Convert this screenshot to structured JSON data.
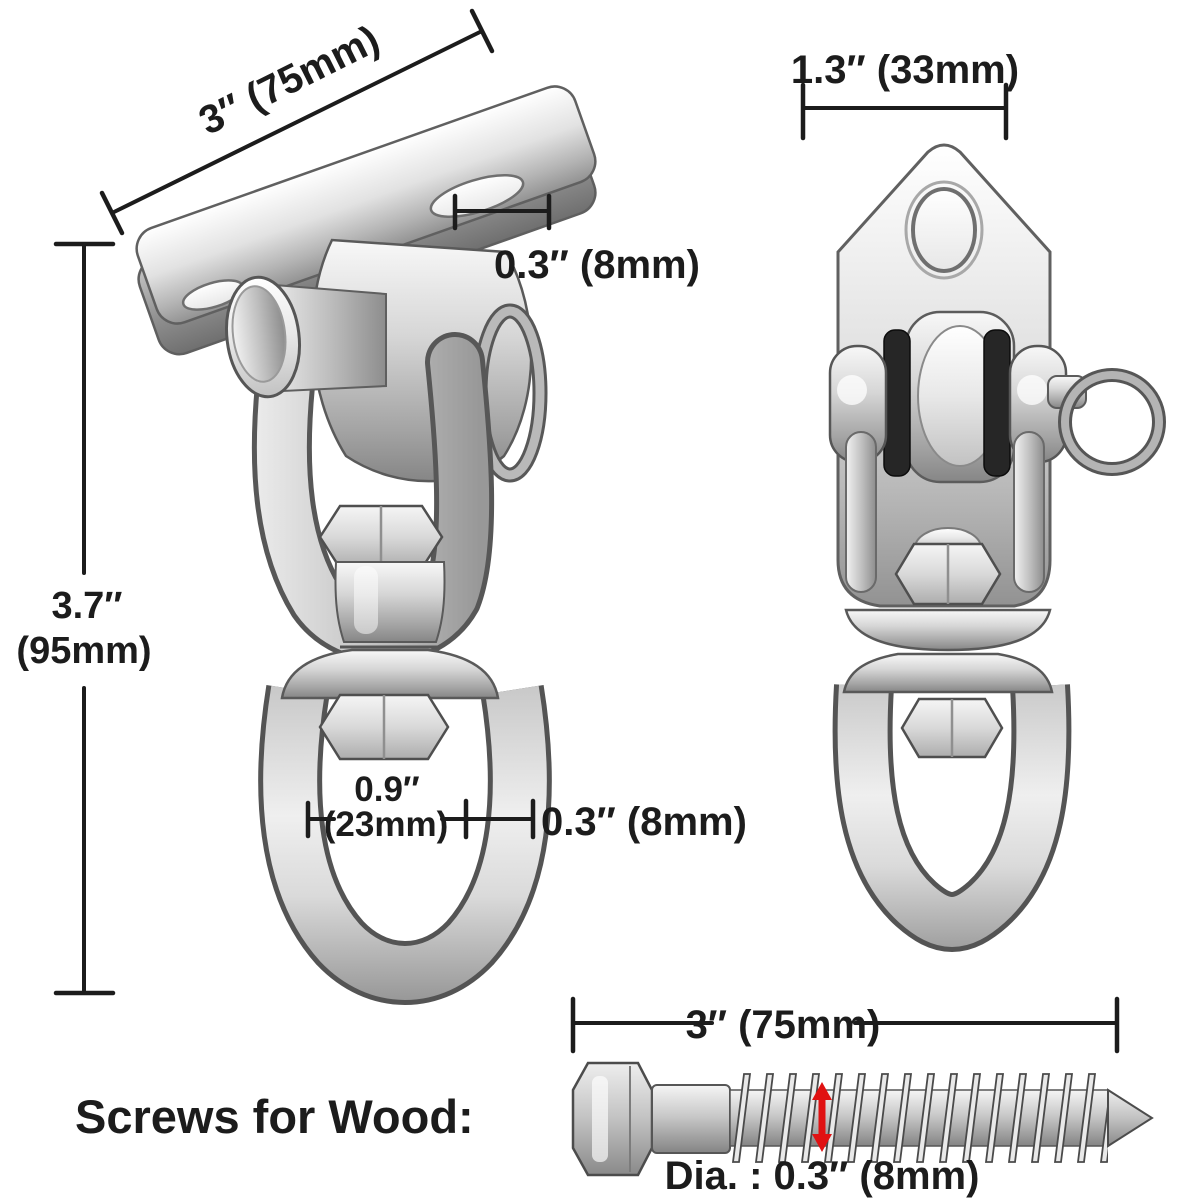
{
  "colors": {
    "background": "#ffffff",
    "line": "#1c1c1c",
    "text": "#1c1c1c",
    "red_arrow": "#e01112",
    "metal_light": "#f5f5f5",
    "metal_dark": "#8a8a8a",
    "bushing_dark": "#262626"
  },
  "annotations": {
    "front_plate_width": "3″ (75mm)",
    "front_hole": "0.3″ (8mm)",
    "overall_height_in": "3.7″",
    "overall_height_mm": "(95mm)",
    "ring_inner_in": "0.9″",
    "ring_inner_mm": "(23mm)",
    "ring_wire": "0.3″ (8mm)",
    "side_plate_width": "1.3″ (33mm)",
    "screw_length": "3″ (75mm)",
    "screw_diameter": "Dia. : 0.3″ (8mm)",
    "screws_heading": "Screws for Wood:"
  }
}
